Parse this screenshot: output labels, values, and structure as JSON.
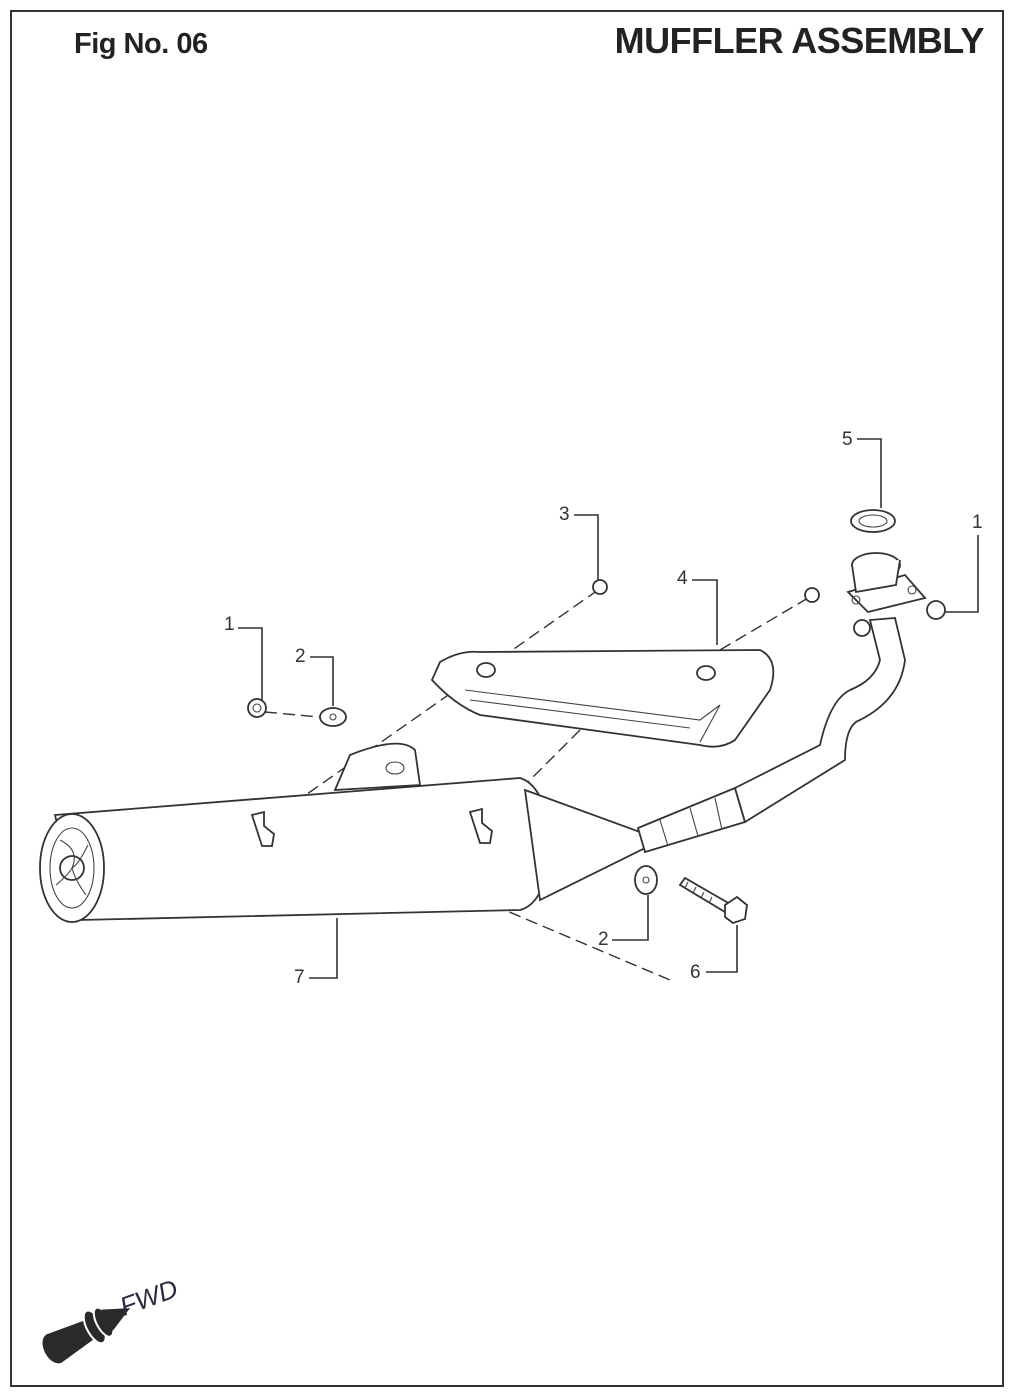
{
  "header": {
    "fig_no": "Fig No. 06",
    "title": "MUFFLER ASSEMBLY"
  },
  "callouts": [
    {
      "id": "callout-1-left",
      "label": "1"
    },
    {
      "id": "callout-2-top",
      "label": "2"
    },
    {
      "id": "callout-3",
      "label": "3"
    },
    {
      "id": "callout-4",
      "label": "4"
    },
    {
      "id": "callout-5",
      "label": "5"
    },
    {
      "id": "callout-1-right",
      "label": "1"
    },
    {
      "id": "callout-2-bottom",
      "label": "2"
    },
    {
      "id": "callout-6",
      "label": "6"
    },
    {
      "id": "callout-7",
      "label": "7"
    }
  ],
  "direction": {
    "label": "FWD",
    "icon": "forward-arrow-icon"
  }
}
